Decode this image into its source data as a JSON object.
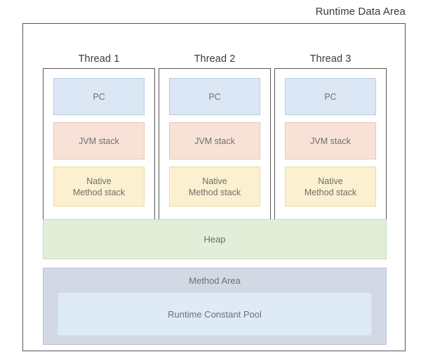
{
  "diagram": {
    "title": "Runtime Data Area",
    "threads": [
      {
        "label": "Thread 1",
        "regions": {
          "pc": "PC",
          "jvm_stack": "JVM stack",
          "native_stack_line1": "Native",
          "native_stack_line2": "Method stack"
        }
      },
      {
        "label": "Thread 2",
        "regions": {
          "pc": "PC",
          "jvm_stack": "JVM stack",
          "native_stack_line1": "Native",
          "native_stack_line2": "Method stack"
        }
      },
      {
        "label": "Thread 3",
        "regions": {
          "pc": "PC",
          "jvm_stack": "JVM stack",
          "native_stack_line1": "Native",
          "native_stack_line2": "Method stack"
        }
      }
    ],
    "heap": {
      "label": "Heap"
    },
    "method_area": {
      "label": "Method Area",
      "constant_pool": "Runtime Constant Pool"
    },
    "colors": {
      "outer_border": "#585858",
      "pc_fill": "#dbe7f4",
      "pc_border": "#b6cde4",
      "jvm_stack_fill": "#f8e2d8",
      "jvm_stack_border": "#efc3b0",
      "native_stack_fill": "#fbf0cf",
      "native_stack_border": "#eedda0",
      "heap_fill": "#e3eed9",
      "heap_border": "#c6dcb4",
      "method_area_fill": "#d3d9e4",
      "method_area_border": "#b9c2d1",
      "constant_pool_fill": "#deeaf6",
      "constant_pool_border": "#cfdded",
      "text": "#6f6f6f",
      "title_text": "#3a3a3a"
    }
  }
}
